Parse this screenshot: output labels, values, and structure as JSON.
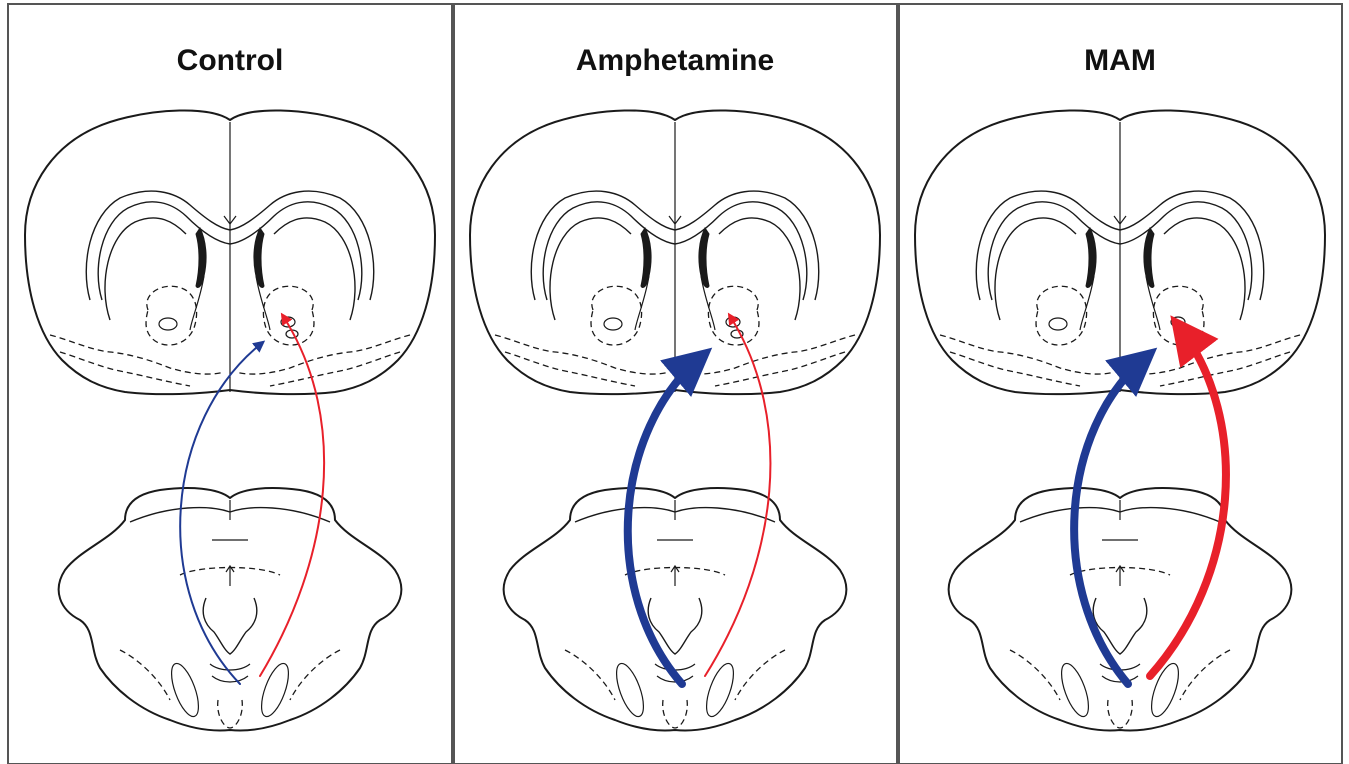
{
  "panels": [
    {
      "id": "control",
      "title": "Control",
      "pathways": [
        {
          "color_key": "blue",
          "strength": "normal"
        },
        {
          "color_key": "red",
          "strength": "normal"
        }
      ]
    },
    {
      "id": "amphetamine",
      "title": "Amphetamine",
      "pathways": [
        {
          "color_key": "blue",
          "strength": "increased"
        },
        {
          "color_key": "red",
          "strength": "normal"
        }
      ]
    },
    {
      "id": "mam",
      "title": "MAM",
      "pathways": [
        {
          "color_key": "blue",
          "strength": "increased"
        },
        {
          "color_key": "red",
          "strength": "increased"
        }
      ]
    }
  ],
  "colors": {
    "blue": "#1f3a93",
    "red": "#e8202a",
    "outline": "#1a1a1a"
  },
  "icons": [
    "coronal-forebrain-section",
    "brainstem-section",
    "projection-arrow"
  ]
}
